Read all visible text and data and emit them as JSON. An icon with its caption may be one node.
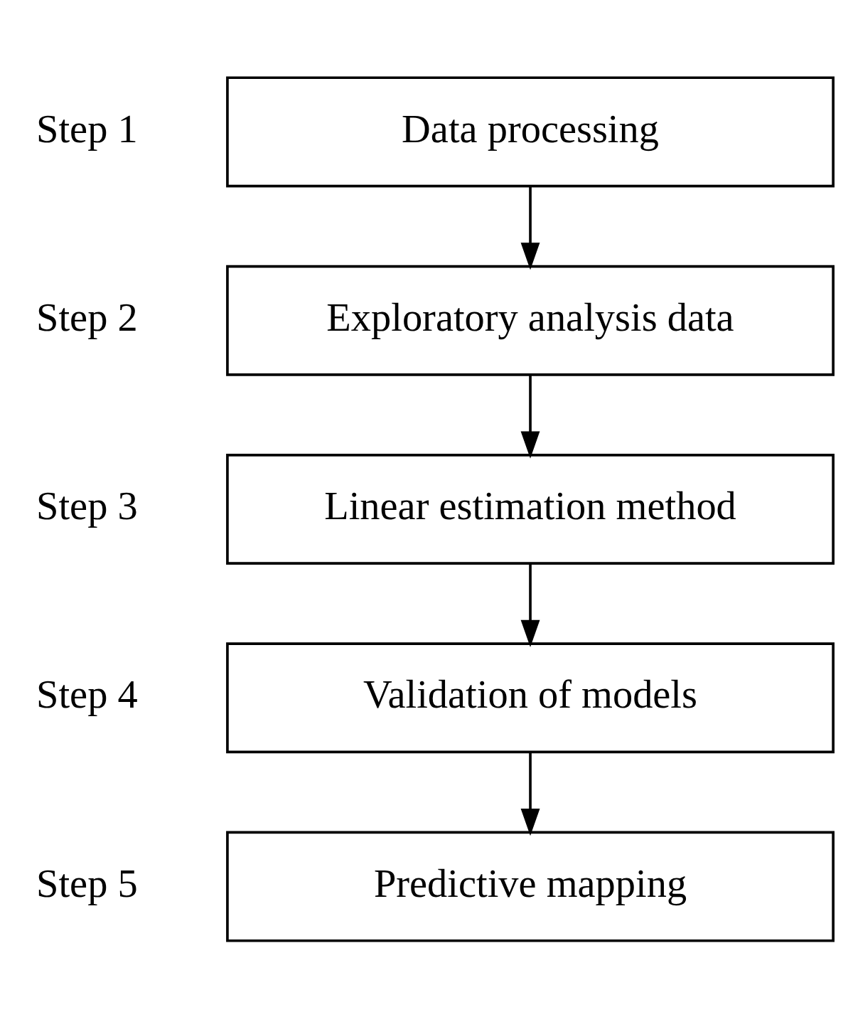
{
  "diagram": {
    "nodes": [
      {
        "text": [
          "Data processing"
        ],
        "beside": [
          "Step 1"
        ]
      },
      {
        "text": [
          "Exploratory analysis data"
        ],
        "beside": [
          "Step 2"
        ]
      },
      {
        "text": [
          "Linear estimation method"
        ],
        "beside": [
          "Step 3"
        ]
      },
      {
        "text": [
          "Validation of models"
        ],
        "beside": [
          "Step 4"
        ]
      },
      {
        "text": [
          "Predictive mapping"
        ],
        "beside": [
          "Step 5"
        ]
      }
    ],
    "edges": [
      {
        "from": 0,
        "to": 1,
        "arrow": "to"
      },
      {
        "from": 1,
        "to": 2,
        "arrow": "to"
      },
      {
        "from": 2,
        "to": 3,
        "arrow": "to"
      },
      {
        "from": 3,
        "to": 4,
        "arrow": "to"
      }
    ]
  }
}
